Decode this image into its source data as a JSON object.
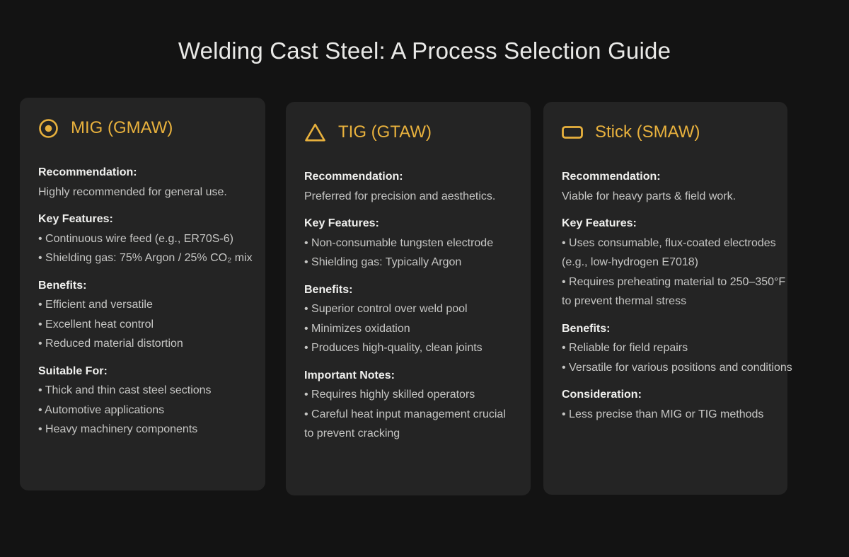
{
  "page": {
    "title": "Welding Cast Steel: A Process Selection Guide"
  },
  "colors": {
    "page_background": "#131313",
    "card_background": "#242424",
    "accent_gold": "#e8b13d",
    "heading_text": "#f0f0ee",
    "body_text": "#c6c6c4",
    "title_text": "#e9e9e7"
  },
  "cards": [
    {
      "icon": "target-circle-icon",
      "title": "MIG (GMAW)",
      "sections": [
        {
          "heading": "Recommendation:",
          "lines": [
            "Highly recommended for general use."
          ]
        },
        {
          "heading": "Key Features:",
          "lines": [
            "• Continuous wire feed (e.g., ER70S-6)",
            "• Shielding gas: 75% Argon / 25% CO₂ mix"
          ]
        },
        {
          "heading": "Benefits:",
          "lines": [
            "• Efficient and versatile",
            "• Excellent heat control",
            "• Reduced material distortion"
          ]
        },
        {
          "heading": "Suitable For:",
          "lines": [
            "• Thick and thin cast steel sections",
            "• Automotive applications",
            "• Heavy machinery components"
          ]
        }
      ]
    },
    {
      "icon": "triangle-icon",
      "title": "TIG (GTAW)",
      "sections": [
        {
          "heading": "Recommendation:",
          "lines": [
            "Preferred for precision and aesthetics."
          ]
        },
        {
          "heading": "Key Features:",
          "lines": [
            "• Non-consumable tungsten electrode",
            "• Shielding gas: Typically Argon"
          ]
        },
        {
          "heading": "Benefits:",
          "lines": [
            "• Superior control over weld pool",
            "• Minimizes oxidation",
            "• Produces high-quality, clean joints"
          ]
        },
        {
          "heading": "Important Notes:",
          "lines": [
            "• Requires highly skilled operators",
            "• Careful heat input management crucial",
            "to prevent cracking"
          ]
        }
      ]
    },
    {
      "icon": "rounded-rectangle-icon",
      "title": "Stick (SMAW)",
      "sections": [
        {
          "heading": "Recommendation:",
          "lines": [
            "Viable for heavy parts & field work."
          ]
        },
        {
          "heading": "Key Features:",
          "lines": [
            "• Uses consumable, flux-coated electrodes",
            "(e.g., low-hydrogen E7018)",
            "• Requires preheating material to 250–350°F",
            "to prevent thermal stress"
          ]
        },
        {
          "heading": "Benefits:",
          "lines": [
            "• Reliable for field repairs",
            "• Versatile for various positions and conditions"
          ]
        },
        {
          "heading": "Consideration:",
          "lines": [
            "• Less precise than MIG or TIG methods"
          ]
        }
      ]
    }
  ]
}
